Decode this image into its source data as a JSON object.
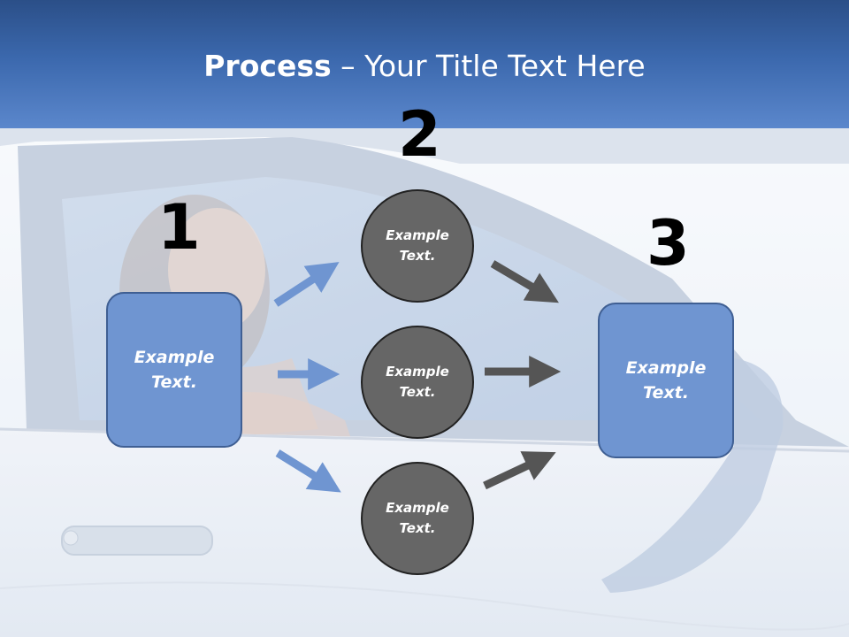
{
  "title": {
    "bold": "Process",
    "rest": " – Your Title Text Here"
  },
  "steps": [
    {
      "number": "1",
      "label": "Example Text."
    },
    {
      "number": "2",
      "items": [
        "Example Text.",
        "Example Text.",
        "Example Text."
      ]
    },
    {
      "number": "3",
      "label": "Example Text."
    }
  ],
  "colors": {
    "header_dark": "#2b4f88",
    "header_light": "#5b87cc",
    "box_fill": "#6f95d1",
    "circle_fill": "#666666",
    "arrow_blue": "#6f95d1",
    "arrow_gray": "#555555"
  },
  "background_image": "woman-in-car-window-photo"
}
